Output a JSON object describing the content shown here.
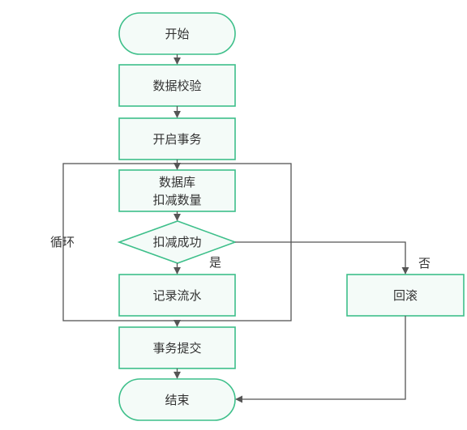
{
  "colors": {
    "node_border": "#3dbf8a",
    "node_fill": "#f4fbf8",
    "line": "#555555",
    "text": "#333333"
  },
  "nodes": {
    "start": "开始",
    "validate": "数据校验",
    "begin_tx_label": "开启事务",
    "deduct_line1": "数据库",
    "deduct_line2": "扣减数量",
    "decision": "扣减成功",
    "log": "记录流水",
    "commit": "事务提交",
    "end": "结束",
    "rollback": "回滚"
  },
  "labels": {
    "yes": "是",
    "no": "否",
    "loop": "循环"
  }
}
